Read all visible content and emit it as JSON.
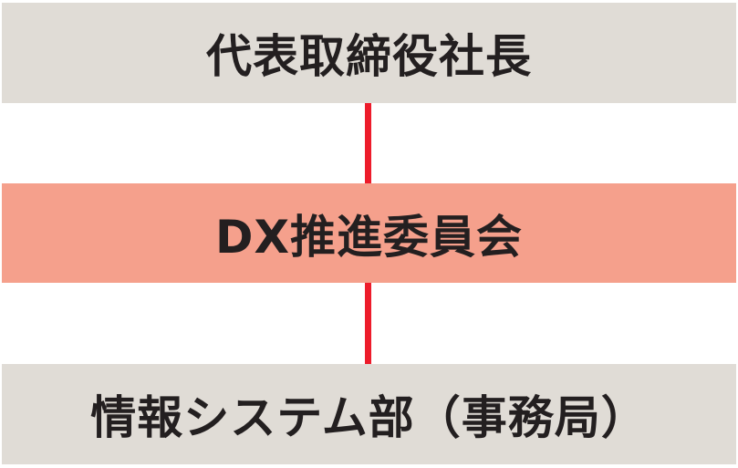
{
  "diagram": {
    "type": "org-chart",
    "nodes": [
      {
        "id": "president",
        "label": "代表取締役社長",
        "color": "#e0dcd6"
      },
      {
        "id": "dx-committee",
        "label": "DX推進委員会",
        "color": "#f5a08c"
      },
      {
        "id": "it-dept",
        "label": "情報システム部（事務局）",
        "color": "#e0dcd6"
      }
    ],
    "edges": [
      {
        "from": "president",
        "to": "dx-committee"
      },
      {
        "from": "dx-committee",
        "to": "it-dept"
      }
    ],
    "connector_color": "#ed1c2b",
    "text_color": "#231f20"
  }
}
